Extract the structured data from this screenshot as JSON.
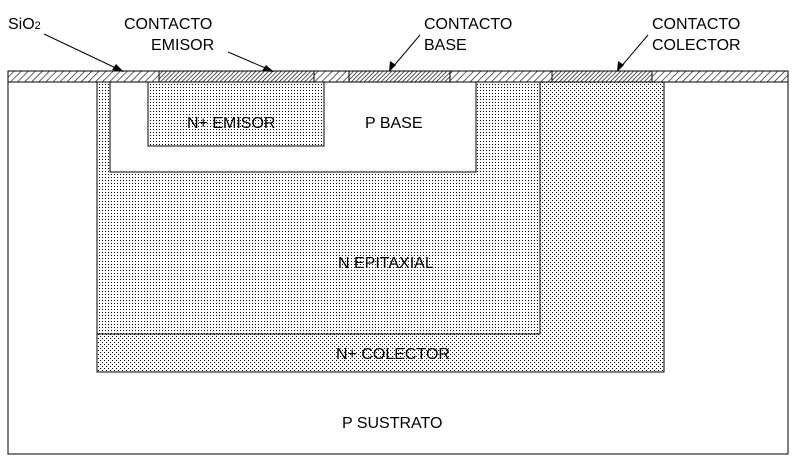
{
  "colors": {
    "background": "#ffffff",
    "stroke": "#000000",
    "dot_fill": "#000000"
  },
  "labels": {
    "sio2_main": "SiO",
    "sio2_sub": "2",
    "contacto_emisor_line1": "CONTACTO",
    "contacto_emisor_line2": "EMISOR",
    "contacto_base_line1": "CONTACTO",
    "contacto_base_line2": "BASE",
    "contacto_colector_line1": "CONTACTO",
    "contacto_colector_line2": "COLECTOR",
    "n_emisor": "N+ EMISOR",
    "p_base": "P BASE",
    "n_epitaxial": "N EPITAXIAL",
    "n_colector": "N+ COLECTOR",
    "p_sustrato": "P SUSTRATO"
  }
}
